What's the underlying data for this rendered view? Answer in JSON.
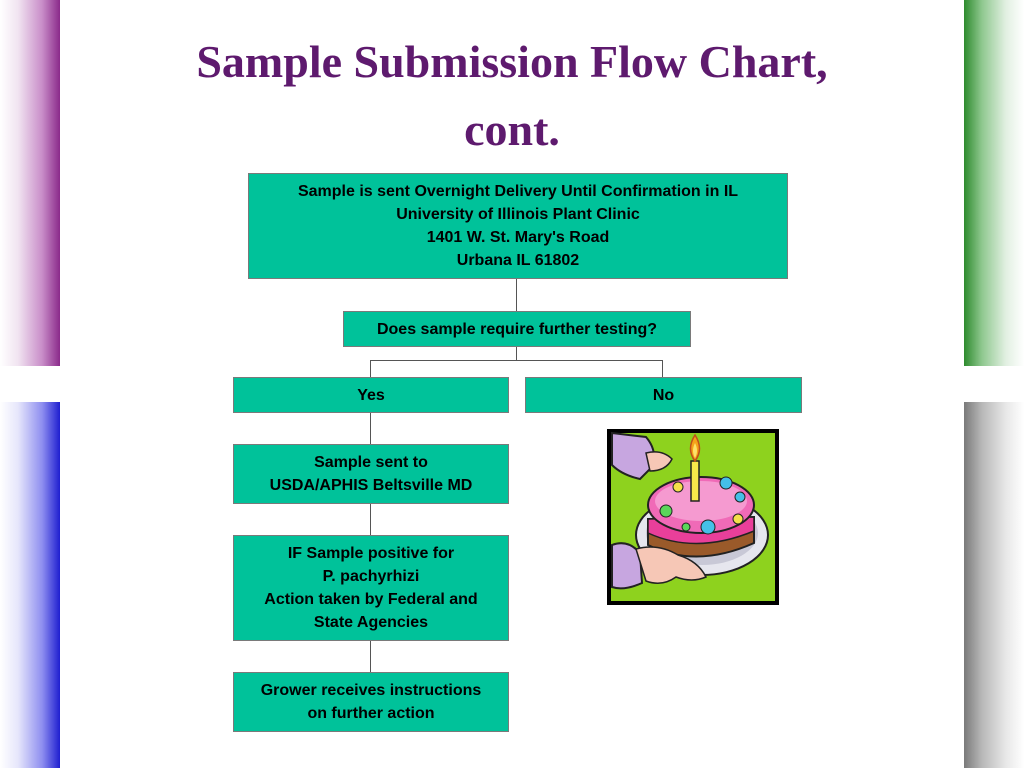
{
  "slide": {
    "title_line1": "Sample Submission Flow Chart,",
    "title_line2": "cont."
  },
  "flowchart": {
    "shipping": {
      "lines": [
        "Sample is sent Overnight Delivery Until Confirmation in IL",
        "University of Illinois Plant Clinic",
        "1401 W. St. Mary's Road",
        "Urbana IL 61802"
      ]
    },
    "question": "Does sample require further testing?",
    "yes": "Yes",
    "no": "No",
    "sent_to": {
      "lines": [
        "Sample sent to",
        "USDA/APHIS Beltsville MD"
      ]
    },
    "positive": {
      "lines": [
        "IF Sample positive for",
        "P. pachyrhizi",
        "Action taken by Federal and",
        "State Agencies"
      ]
    },
    "instructions": {
      "lines": [
        "Grower receives instructions",
        "on further action"
      ]
    }
  },
  "clipart": {
    "icon": "birthday-cake-icon"
  },
  "colors": {
    "box_fill": "#00c29a",
    "title": "#5e1a6e",
    "bar_purple": "#8a2a8a",
    "bar_blue": "#1f1fd0",
    "bar_green": "#2e8b2e",
    "bar_gray": "#7a7a7a"
  }
}
